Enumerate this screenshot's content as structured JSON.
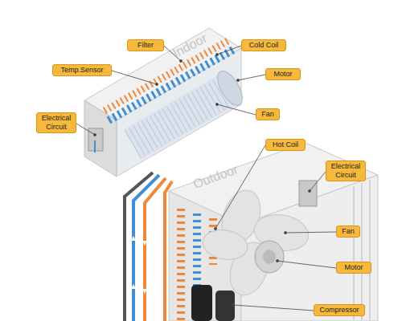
{
  "diagram": {
    "nodes": [
      {
        "text": [
          "Filter"
        ]
      },
      {
        "text": [
          "Cold Coil"
        ]
      },
      {
        "text": [
          "Temp.Sensor"
        ]
      },
      {
        "text": [
          "Motor"
        ]
      },
      {
        "text": [
          "Fan"
        ]
      },
      {
        "text": [
          "Electrical Circuit"
        ]
      },
      {
        "text": [
          "Hot Coil"
        ]
      },
      {
        "text": [
          "Electrical Circuit"
        ]
      },
      {
        "text": [
          "Fan"
        ]
      },
      {
        "text": [
          "Motor"
        ]
      },
      {
        "text": [
          "Compressor"
        ]
      }
    ],
    "labels": [
      "Indoor",
      "Outdoor"
    ]
  }
}
